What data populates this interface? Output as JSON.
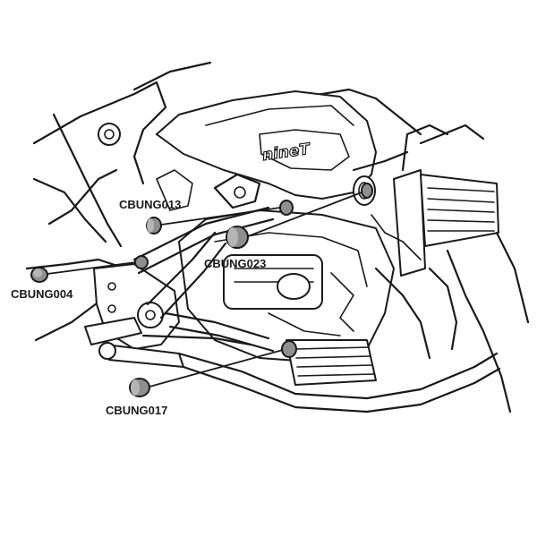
{
  "diagram": {
    "callouts": [
      {
        "part": "CBUNG013"
      },
      {
        "part": "CBUNG023"
      },
      {
        "part": "CBUNG004"
      },
      {
        "part": "CBUNG017"
      }
    ],
    "tank_logo": "nineT",
    "colors": {
      "plug_fill": "#8f8f8f",
      "line": "#1a1a1a",
      "background": "#ffffff"
    }
  }
}
